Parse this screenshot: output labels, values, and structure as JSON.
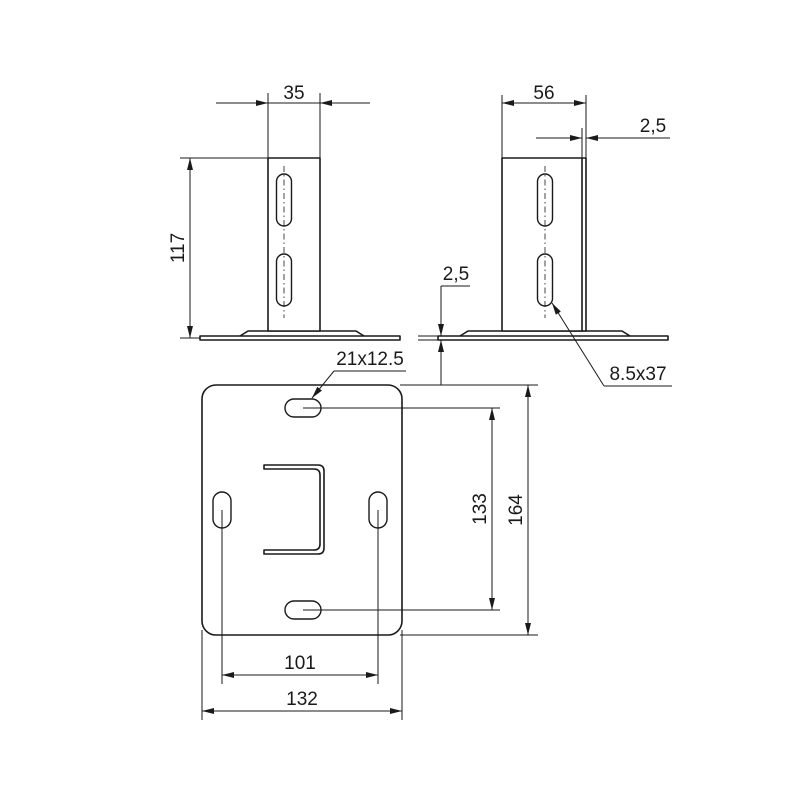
{
  "dimensions": {
    "stand_width": "35",
    "stand_height": "117",
    "side_width": "56",
    "wall_thickness": "2,5",
    "plate_thickness": "2,5",
    "slot_size": "8.5x37",
    "hole_size": "21x12.5",
    "hole_spacing_vertical": "133",
    "plate_height": "164",
    "hole_spacing_horizontal": "101",
    "plate_width": "132"
  },
  "colors": {
    "line": "#1a1a1a",
    "background": "#ffffff"
  }
}
